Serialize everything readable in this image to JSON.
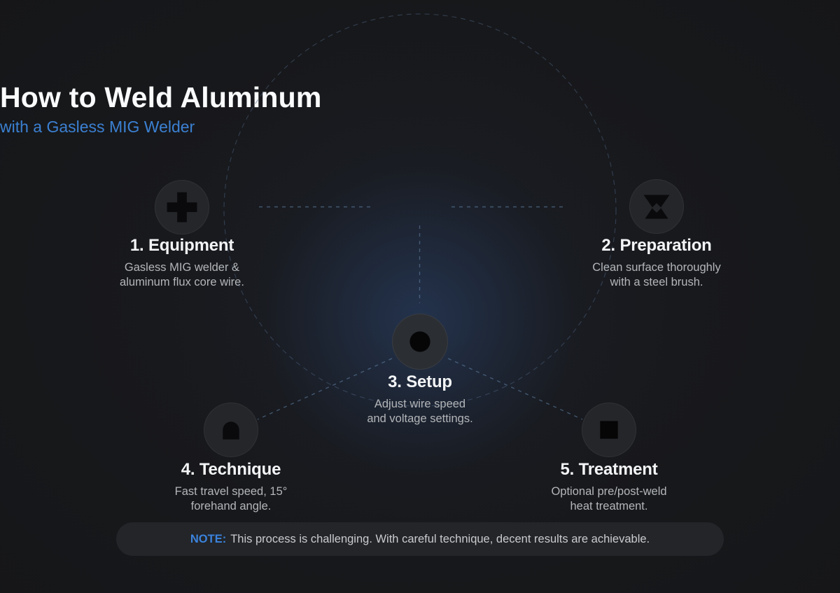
{
  "header": {
    "title": "How to Weld Aluminum",
    "subtitle": "with a Gasless MIG Welder"
  },
  "steps": [
    {
      "title": "1. Equipment",
      "desc_line1": "Gasless MIG welder &",
      "desc_line2": "aluminum flux core wire.",
      "icon": "plus-icon"
    },
    {
      "title": "2. Preparation",
      "desc_line1": "Clean surface thoroughly",
      "desc_line2": "with a steel brush.",
      "icon": "hourglass-icon"
    },
    {
      "title": "3. Setup",
      "desc_line1": "Adjust wire speed",
      "desc_line2": "and voltage settings.",
      "icon": "dot-icon"
    },
    {
      "title": "4. Technique",
      "desc_line1": "Fast travel speed, 15°",
      "desc_line2": "forehand angle.",
      "icon": "arch-icon"
    },
    {
      "title": "5. Treatment",
      "desc_line1": "Optional pre/post-weld",
      "desc_line2": "heat treatment.",
      "icon": "square-icon"
    }
  ],
  "note": {
    "label": "NOTE:",
    "text": "This process is challenging. With careful technique, decent results are achievable."
  },
  "colors": {
    "accent_blue": "#3b80d2",
    "note_label_blue": "#3b82dc",
    "background": "#141517",
    "center_glow": "#2c4670",
    "icon_circle_fill": "#242629",
    "icon_glyph": "#0a0a0c",
    "title_white": "#fafbfc",
    "desc_gray": "#b3b6b9",
    "dashed_circle": "#4a5f7d",
    "dashed_connector": "#6486ad",
    "note_bar_fill": "#232528"
  }
}
